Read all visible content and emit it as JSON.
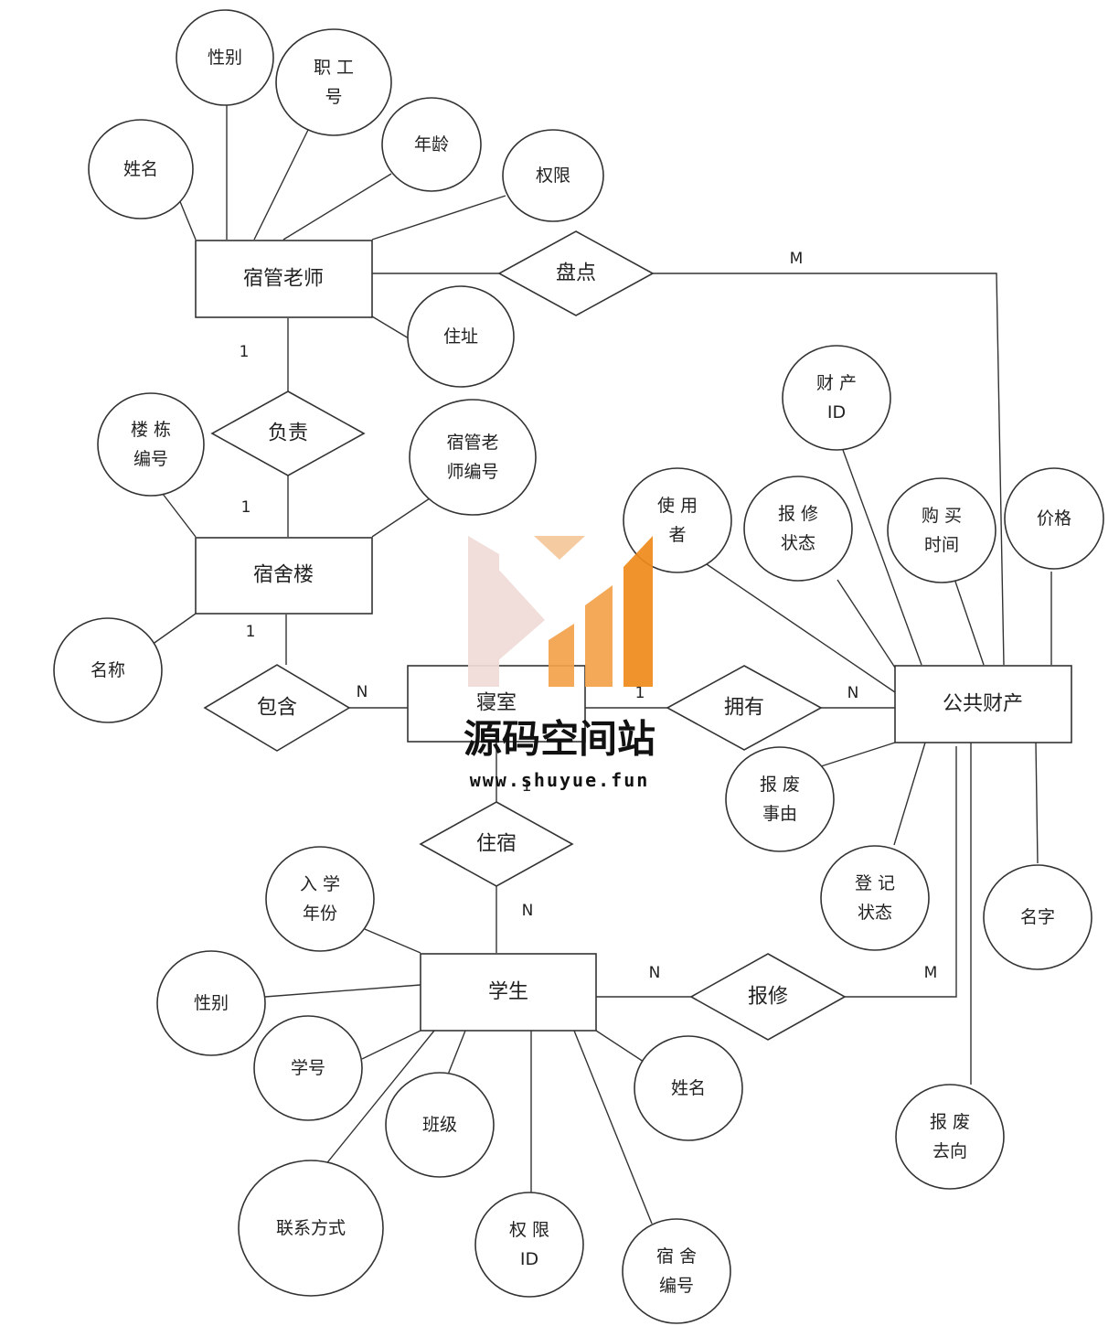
{
  "diagram": {
    "entities": {
      "teacher": "宿管老师",
      "building": "宿舍楼",
      "room": "寝室",
      "student": "学生",
      "property": "公共财产"
    },
    "relations": {
      "inventory": "盘点",
      "responsible": "负责",
      "contain": "包含",
      "own": "拥有",
      "stay": "住宿",
      "repair": "报修"
    },
    "attributes": {
      "teacher_name": "姓名",
      "teacher_gender": "性别",
      "teacher_staff_no": "职 工\n号",
      "teacher_age": "年龄",
      "teacher_permission": "权限",
      "teacher_address": "住址",
      "building_no": "楼 栋\n编号",
      "building_teacher_no": "宿管老\n师编号",
      "building_name": "名称",
      "prop_id": "财 产\nID",
      "prop_user": "使 用\n者",
      "prop_repair_status": "报 修\n状态",
      "prop_buy_time": "购 买\n时间",
      "prop_price": "价格",
      "prop_scrap_reason": "报 废\n事由",
      "prop_register_status": "登 记\n状态",
      "prop_name": "名字",
      "prop_scrap_dest": "报 废\n去向",
      "stu_year": "入 学\n年份",
      "stu_gender": "性别",
      "stu_no": "学号",
      "stu_class": "班级",
      "stu_contact": "联系方式",
      "stu_permission": "权 限\nID",
      "stu_dorm_no": "宿 舍\n编号",
      "stu_name": "姓名"
    },
    "cardinalities": {
      "inventory_m": "M",
      "teacher_resp_1": "1",
      "building_resp_1": "1",
      "building_contain_1": "1",
      "contain_room_n": "N",
      "room_own_1": "1",
      "own_prop_n": "N",
      "room_stay_1": "1",
      "stay_student_n": "N",
      "student_repair_n": "N",
      "repair_prop_m": "M"
    }
  },
  "watermark": {
    "title": "源码空间站",
    "url": "www.shuyue.fun",
    "colors": {
      "light": "#f0dcd7",
      "peach": "#f5c79a",
      "mid": "#f4a24a",
      "deep": "#f08a1c"
    }
  }
}
